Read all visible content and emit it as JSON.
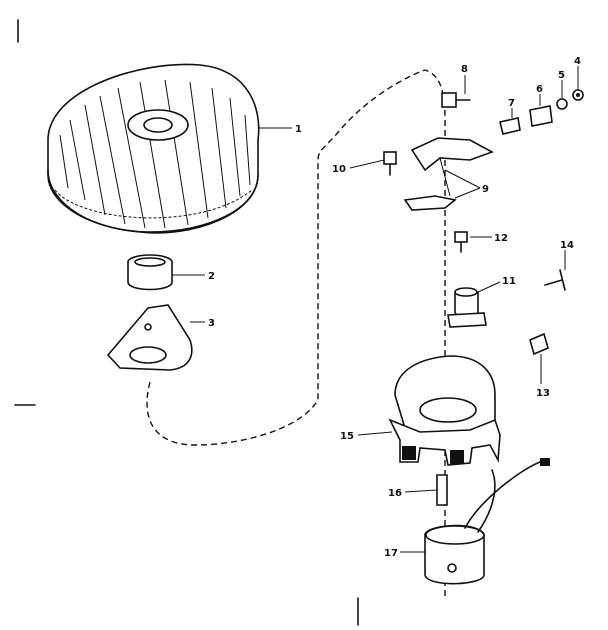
{
  "parts": [
    {
      "id": "flywheel",
      "label": "1",
      "icon": "flywheel-icon"
    },
    {
      "id": "bushing",
      "label": "2",
      "icon": "bushing-icon"
    },
    {
      "id": "plate",
      "label": "3",
      "icon": "plate-icon"
    },
    {
      "id": "nut-small",
      "label": "4",
      "icon": "nut-icon"
    },
    {
      "id": "washer",
      "label": "5",
      "icon": "washer-icon"
    },
    {
      "id": "clip-a",
      "label": "6",
      "icon": "clip-icon"
    },
    {
      "id": "clip-b",
      "label": "7",
      "icon": "clip-icon"
    },
    {
      "id": "screw-top",
      "label": "8",
      "icon": "screw-icon"
    },
    {
      "id": "bracket-assembly",
      "label": "9",
      "icon": "bracket-icon"
    },
    {
      "id": "screw-left",
      "label": "10",
      "icon": "screw-icon"
    },
    {
      "id": "condenser",
      "label": "11",
      "icon": "condenser-icon"
    },
    {
      "id": "screw-mid",
      "label": "12",
      "icon": "screw-icon"
    },
    {
      "id": "gasket",
      "label": "13",
      "icon": "gasket-icon"
    },
    {
      "id": "pin",
      "label": "14",
      "icon": "pin-icon"
    },
    {
      "id": "stator-housing",
      "label": "15",
      "icon": "housing-icon"
    },
    {
      "id": "rod",
      "label": "16",
      "icon": "rod-icon"
    },
    {
      "id": "coil",
      "label": "17",
      "icon": "coil-icon"
    }
  ]
}
